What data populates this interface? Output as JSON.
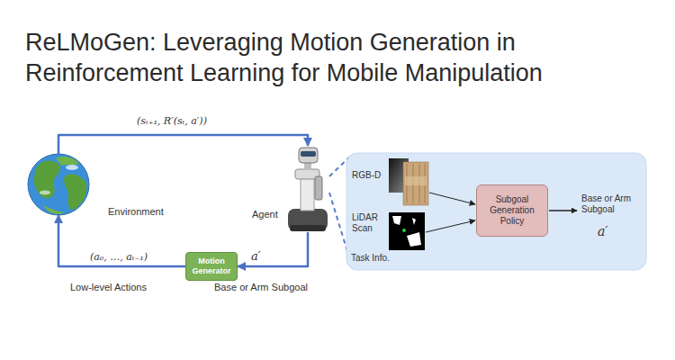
{
  "diagram": {
    "title": "ReLMoGen: Leveraging Motion Generation in Reinforcement Learning for Mobile Manipulation",
    "nodes": [
      {
        "text": [
          "Environment"
        ]
      },
      {
        "text": [
          "Agent"
        ]
      },
      {
        "text": [
          "Motion Generator"
        ]
      },
      {
        "text": [
          "Subgoal Generation Policy"
        ]
      }
    ],
    "edges": [
      {
        "from": 0,
        "to": 1,
        "arrow": "to",
        "label": "(sₜ₊₁, R′(sₜ, a′))"
      },
      {
        "from": 1,
        "to": 2,
        "arrow": "to",
        "label": "a′"
      },
      {
        "from": 2,
        "to": 0,
        "arrow": "to",
        "label": "(a₀, …, aₜ₋₁)"
      }
    ],
    "labels": [
      "Base or Arm Subgoal",
      "Low-level Actions",
      "RGB-D",
      "LiDAR Scan",
      "Task Info.",
      "Base or Arm Subgoal",
      "a′"
    ]
  }
}
